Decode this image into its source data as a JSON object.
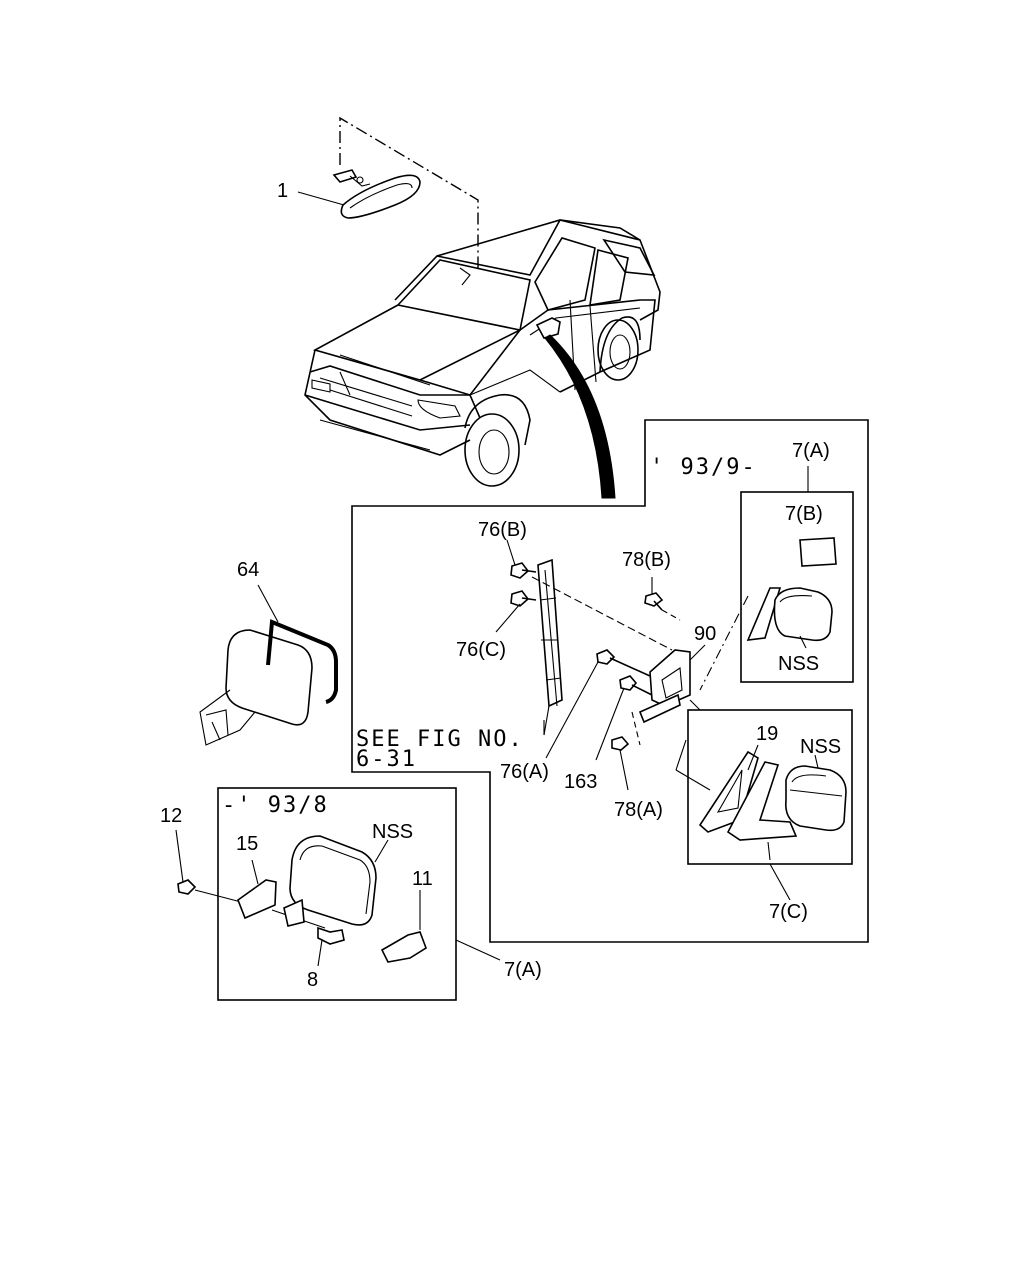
{
  "callouts": {
    "p1": "1",
    "p64": "64",
    "p76b": "76(B)",
    "p76c": "76(C)",
    "p76a": "76(A)",
    "p78b": "78(B)",
    "p78a": "78(A)",
    "p90": "90",
    "p163": "163",
    "p7a_top": "7(A)",
    "p7b": "7(B)",
    "nss_upper": "NSS",
    "p19": "19",
    "nss_lower": "NSS",
    "p7c": "7(C)",
    "p12": "12",
    "p15": "15",
    "nss_left": "NSS",
    "p11": "11",
    "p8": "8",
    "p7a_bottom": "7(A)"
  },
  "notes": {
    "period_new": "' 93/9-",
    "period_old": "-' 93/8",
    "see_fig_line1": "SEE FIG NO.",
    "see_fig_line2": "6-31"
  }
}
